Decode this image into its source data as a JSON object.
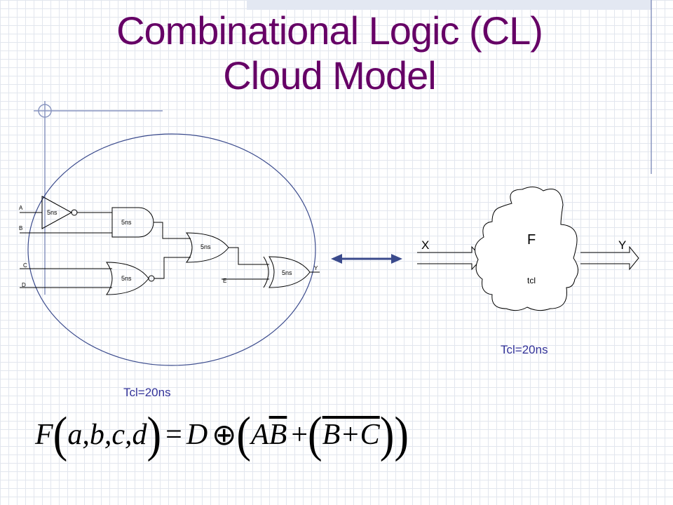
{
  "title": {
    "line1": "Combinational Logic  (CL)",
    "line2": "Cloud Model"
  },
  "circuit": {
    "inputs": [
      "A",
      "B",
      "C",
      "D",
      "E"
    ],
    "output": "Y",
    "gate_delay": "5ns"
  },
  "cloud": {
    "function_label": "F",
    "delay_label": "tcl",
    "input_label": "X",
    "output_label": "Y"
  },
  "timing": {
    "left": "Tcl=20ns",
    "right": "Tcl=20ns"
  },
  "formula": {
    "lhs_fn": "F",
    "args": "a,b,c,d",
    "equals": "=",
    "d": "D",
    "xor": "⊕",
    "term_ab_a": "A",
    "term_ab_b": "B",
    "plus": "+",
    "term_bc": "B+C"
  },
  "colors": {
    "title": "#660066",
    "accent": "#333399",
    "ellipse": "#3a4a8c"
  }
}
